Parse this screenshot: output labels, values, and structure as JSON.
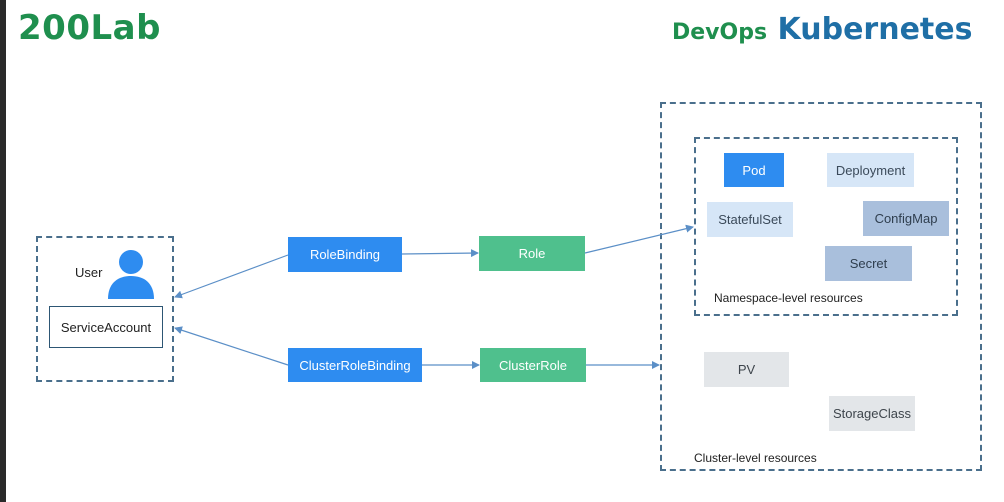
{
  "header": {
    "logo_text": "200Lab",
    "brand_devops": "DevOps",
    "brand_kubernetes": "Kubernetes"
  },
  "subject": {
    "user_label": "User",
    "service_account": "ServiceAccount"
  },
  "bindings": {
    "role_binding": "RoleBinding",
    "cluster_role_binding": "ClusterRoleBinding"
  },
  "roles": {
    "role": "Role",
    "cluster_role": "ClusterRole"
  },
  "namespace_resources": {
    "pod": "Pod",
    "deployment": "Deployment",
    "statefulset": "StatefulSet",
    "configmap": "ConfigMap",
    "secret": "Secret",
    "caption": "Namespace-level resources"
  },
  "cluster_resources": {
    "pv": "PV",
    "storageclass": "StorageClass",
    "caption": "Cluster-level resources"
  },
  "colors": {
    "blue": "#2e8cf0",
    "green": "#4fc08d",
    "dashed_border": "#4a6f8c",
    "arrow": "#5b8fc7",
    "brand_green": "#1f8f4e",
    "brand_blue": "#1f6fa6"
  },
  "icons": {
    "user": "user-icon"
  }
}
